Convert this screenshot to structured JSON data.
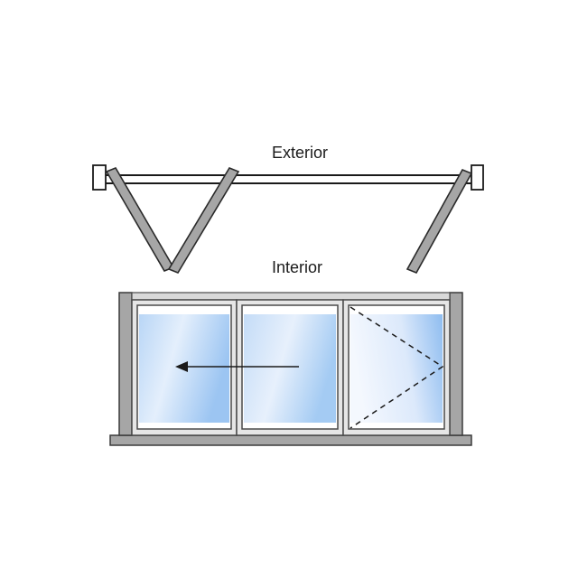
{
  "labels": {
    "exterior": "Exterior",
    "interior": "Interior"
  },
  "colors": {
    "frame_gray": "#a6a6a6",
    "frame_light": "#d9d9d9",
    "panel_outline": "#4a4a4a",
    "glass_light": "#eaf3fd",
    "glass_blue": "#8fbdf0",
    "line": "#1a1a1a"
  },
  "diagram": {
    "panel_count": 3,
    "sliding_direction": "left",
    "hinged_panel": "right"
  }
}
